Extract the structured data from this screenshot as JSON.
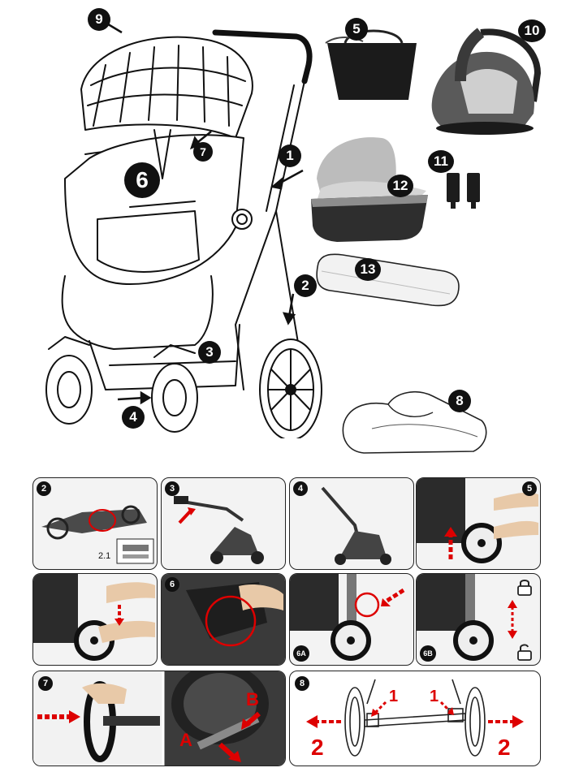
{
  "overview": {
    "labels": {
      "l9": "9",
      "l5": "5",
      "l10": "10",
      "l1": "1",
      "l11": "11",
      "l6": "6",
      "l7": "7",
      "l12": "12",
      "l13": "13",
      "l2": "2",
      "l3": "3",
      "l8": "8",
      "l4": "4"
    }
  },
  "steps": {
    "p2": {
      "badge": "2",
      "sub": "2.1"
    },
    "p3": {
      "badge": "3"
    },
    "p4": {
      "badge": "4"
    },
    "p5": {
      "badge": "5"
    },
    "p6": {
      "badge": "6",
      "sub_a": "6A",
      "sub_b": "6B"
    },
    "p7": {
      "badge": "7",
      "mark_a": "A",
      "mark_b": "B"
    },
    "p8": {
      "badge": "8",
      "n1_left": "1",
      "n1_right": "1",
      "n2_left": "2",
      "n2_right": "2"
    }
  },
  "colors": {
    "accent_red": "#d00000",
    "badge": "#111111"
  }
}
